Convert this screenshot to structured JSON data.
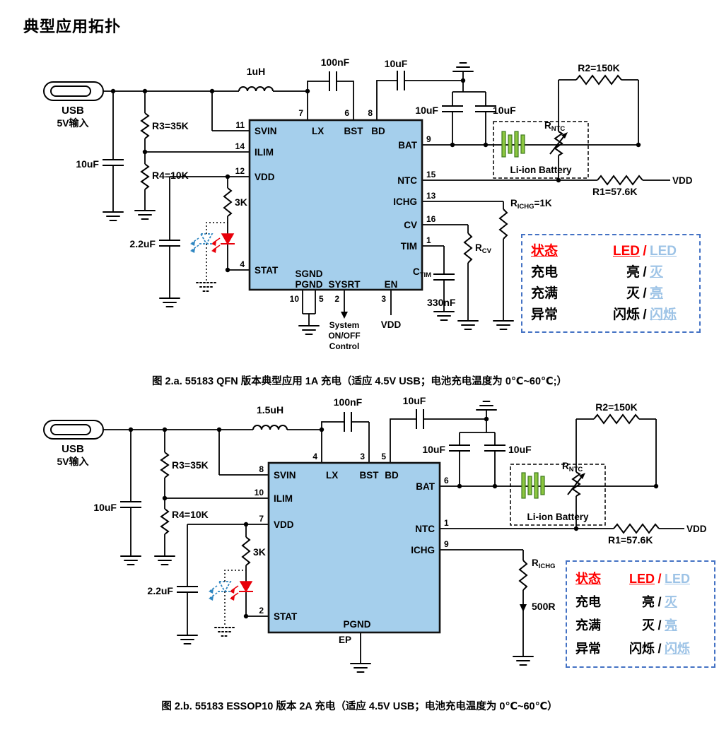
{
  "page_title": "典型应用拓扑",
  "colors": {
    "ic_fill": "#A5CFEC",
    "battery_green": "#8CC63F",
    "led_red": "#e8000a",
    "led_blue": "#2e86c1",
    "table_border_blue": "#4472C4",
    "table_red": "#ff0000",
    "table_cyan": "#9DC3E6"
  },
  "led_table": {
    "header": {
      "col1": "状态",
      "led1": "LED",
      "led2": "LED"
    },
    "slash": "/",
    "rows": [
      {
        "label": "充电",
        "v1": "亮",
        "v2": "灭"
      },
      {
        "label": "充满",
        "v1": "灭",
        "v2": "亮"
      },
      {
        "label": "异常",
        "v1": "闪烁",
        "v2": "闪烁"
      }
    ]
  },
  "circuit_a": {
    "caption": "图 2.a. 55183 QFN 版本典型应用 1A 充电（适应 4.5V USB；电池充电温度为 0℃~60℃;）",
    "usb_line1": "USB",
    "usb_line2": "5V输入",
    "inductor": "1uH",
    "cap_bst": "100nF",
    "cap_bd": "10uF",
    "cap_out_left": "10uF",
    "cap_out_right": "10uF",
    "cap_in": "10uF",
    "cap_vdd": "2.2uF",
    "r3": "R3=35K",
    "r4": "R4=10K",
    "r2": "R2=150K",
    "r1": "R1=57.6K",
    "r_led": "3K",
    "r_ichg_pre": "R",
    "r_ichg_sub": "ICHG",
    "r_ichg_post": "=1K",
    "r_cv_pre": "R",
    "r_cv_sub": "CV",
    "c_tim_pre": "C",
    "c_tim_sub": "TIM",
    "c_tim_value": "330nF",
    "r_ntc_pre": "R",
    "r_ntc_sub": "NTC",
    "battery_label": "Li-ion Battery",
    "vdd_ntc": "VDD",
    "vdd_en": "VDD",
    "sysrt_line1": "System",
    "sysrt_line2": "ON/OFF",
    "sysrt_line3": "Control",
    "ic": {
      "pin_svin_num": "11",
      "pin_svin": "SVIN",
      "pin_ilim_num": "14",
      "pin_ilim": "ILIM",
      "pin_vdd_num": "12",
      "pin_vdd": "VDD",
      "pin_stat_num": "4",
      "pin_stat": "STAT",
      "pin_lx_num": "7",
      "pin_lx": "LX",
      "pin_bst_num": "6",
      "pin_bst": "BST",
      "pin_bd_num": "8",
      "pin_bd": "BD",
      "pin_bat_num": "9",
      "pin_bat": "BAT",
      "pin_ntc_num": "15",
      "pin_ntc": "NTC",
      "pin_ichg_num": "13",
      "pin_ichg": "ICHG",
      "pin_cv_num": "16",
      "pin_cv": "CV",
      "pin_tim_num": "1",
      "pin_tim": "TIM",
      "pin_sgnd_num": "10",
      "pin_sgnd": "SGND",
      "pin_pgnd_num": "5",
      "pin_pgnd": "PGND",
      "pin_sysrt_num": "2",
      "pin_sysrt": "SYSRT",
      "pin_en_num": "3",
      "pin_en": "EN"
    }
  },
  "circuit_b": {
    "caption": "图 2.b. 55183 ESSOP10 版本 2A 充电（适应 4.5V USB；电池充电温度为 0℃~60℃）",
    "usb_line1": "USB",
    "usb_line2": "5V输入",
    "inductor": "1.5uH",
    "cap_bst": "100nF",
    "cap_bd": "10uF",
    "cap_out_left": "10uF",
    "cap_out_right": "10uF",
    "cap_in": "10uF",
    "cap_vdd": "2.2uF",
    "r3": "R3=35K",
    "r4": "R4=10K",
    "r2": "R2=150K",
    "r1": "R1=57.6K",
    "r_led": "3K",
    "r_ichg_pre": "R",
    "r_ichg_sub": "ICHG",
    "r_ichg_value": "500R",
    "r_ntc_pre": "R",
    "r_ntc_sub": "NTC",
    "battery_label": "Li-ion Battery",
    "vdd_ntc": "VDD",
    "ic": {
      "pin_svin_num": "8",
      "pin_svin": "SVIN",
      "pin_ilim_num": "10",
      "pin_ilim": "ILIM",
      "pin_vdd_num": "7",
      "pin_vdd": "VDD",
      "pin_stat_num": "2",
      "pin_stat": "STAT",
      "pin_lx_num": "4",
      "pin_lx": "LX",
      "pin_bst_num": "3",
      "pin_bst": "BST",
      "pin_bd_num": "5",
      "pin_bd": "BD",
      "pin_bat_num": "6",
      "pin_bat": "BAT",
      "pin_ntc_num": "1",
      "pin_ntc": "NTC",
      "pin_ichg_num": "9",
      "pin_ichg": "ICHG",
      "pin_pgnd": "PGND",
      "pin_ep": "EP"
    }
  }
}
